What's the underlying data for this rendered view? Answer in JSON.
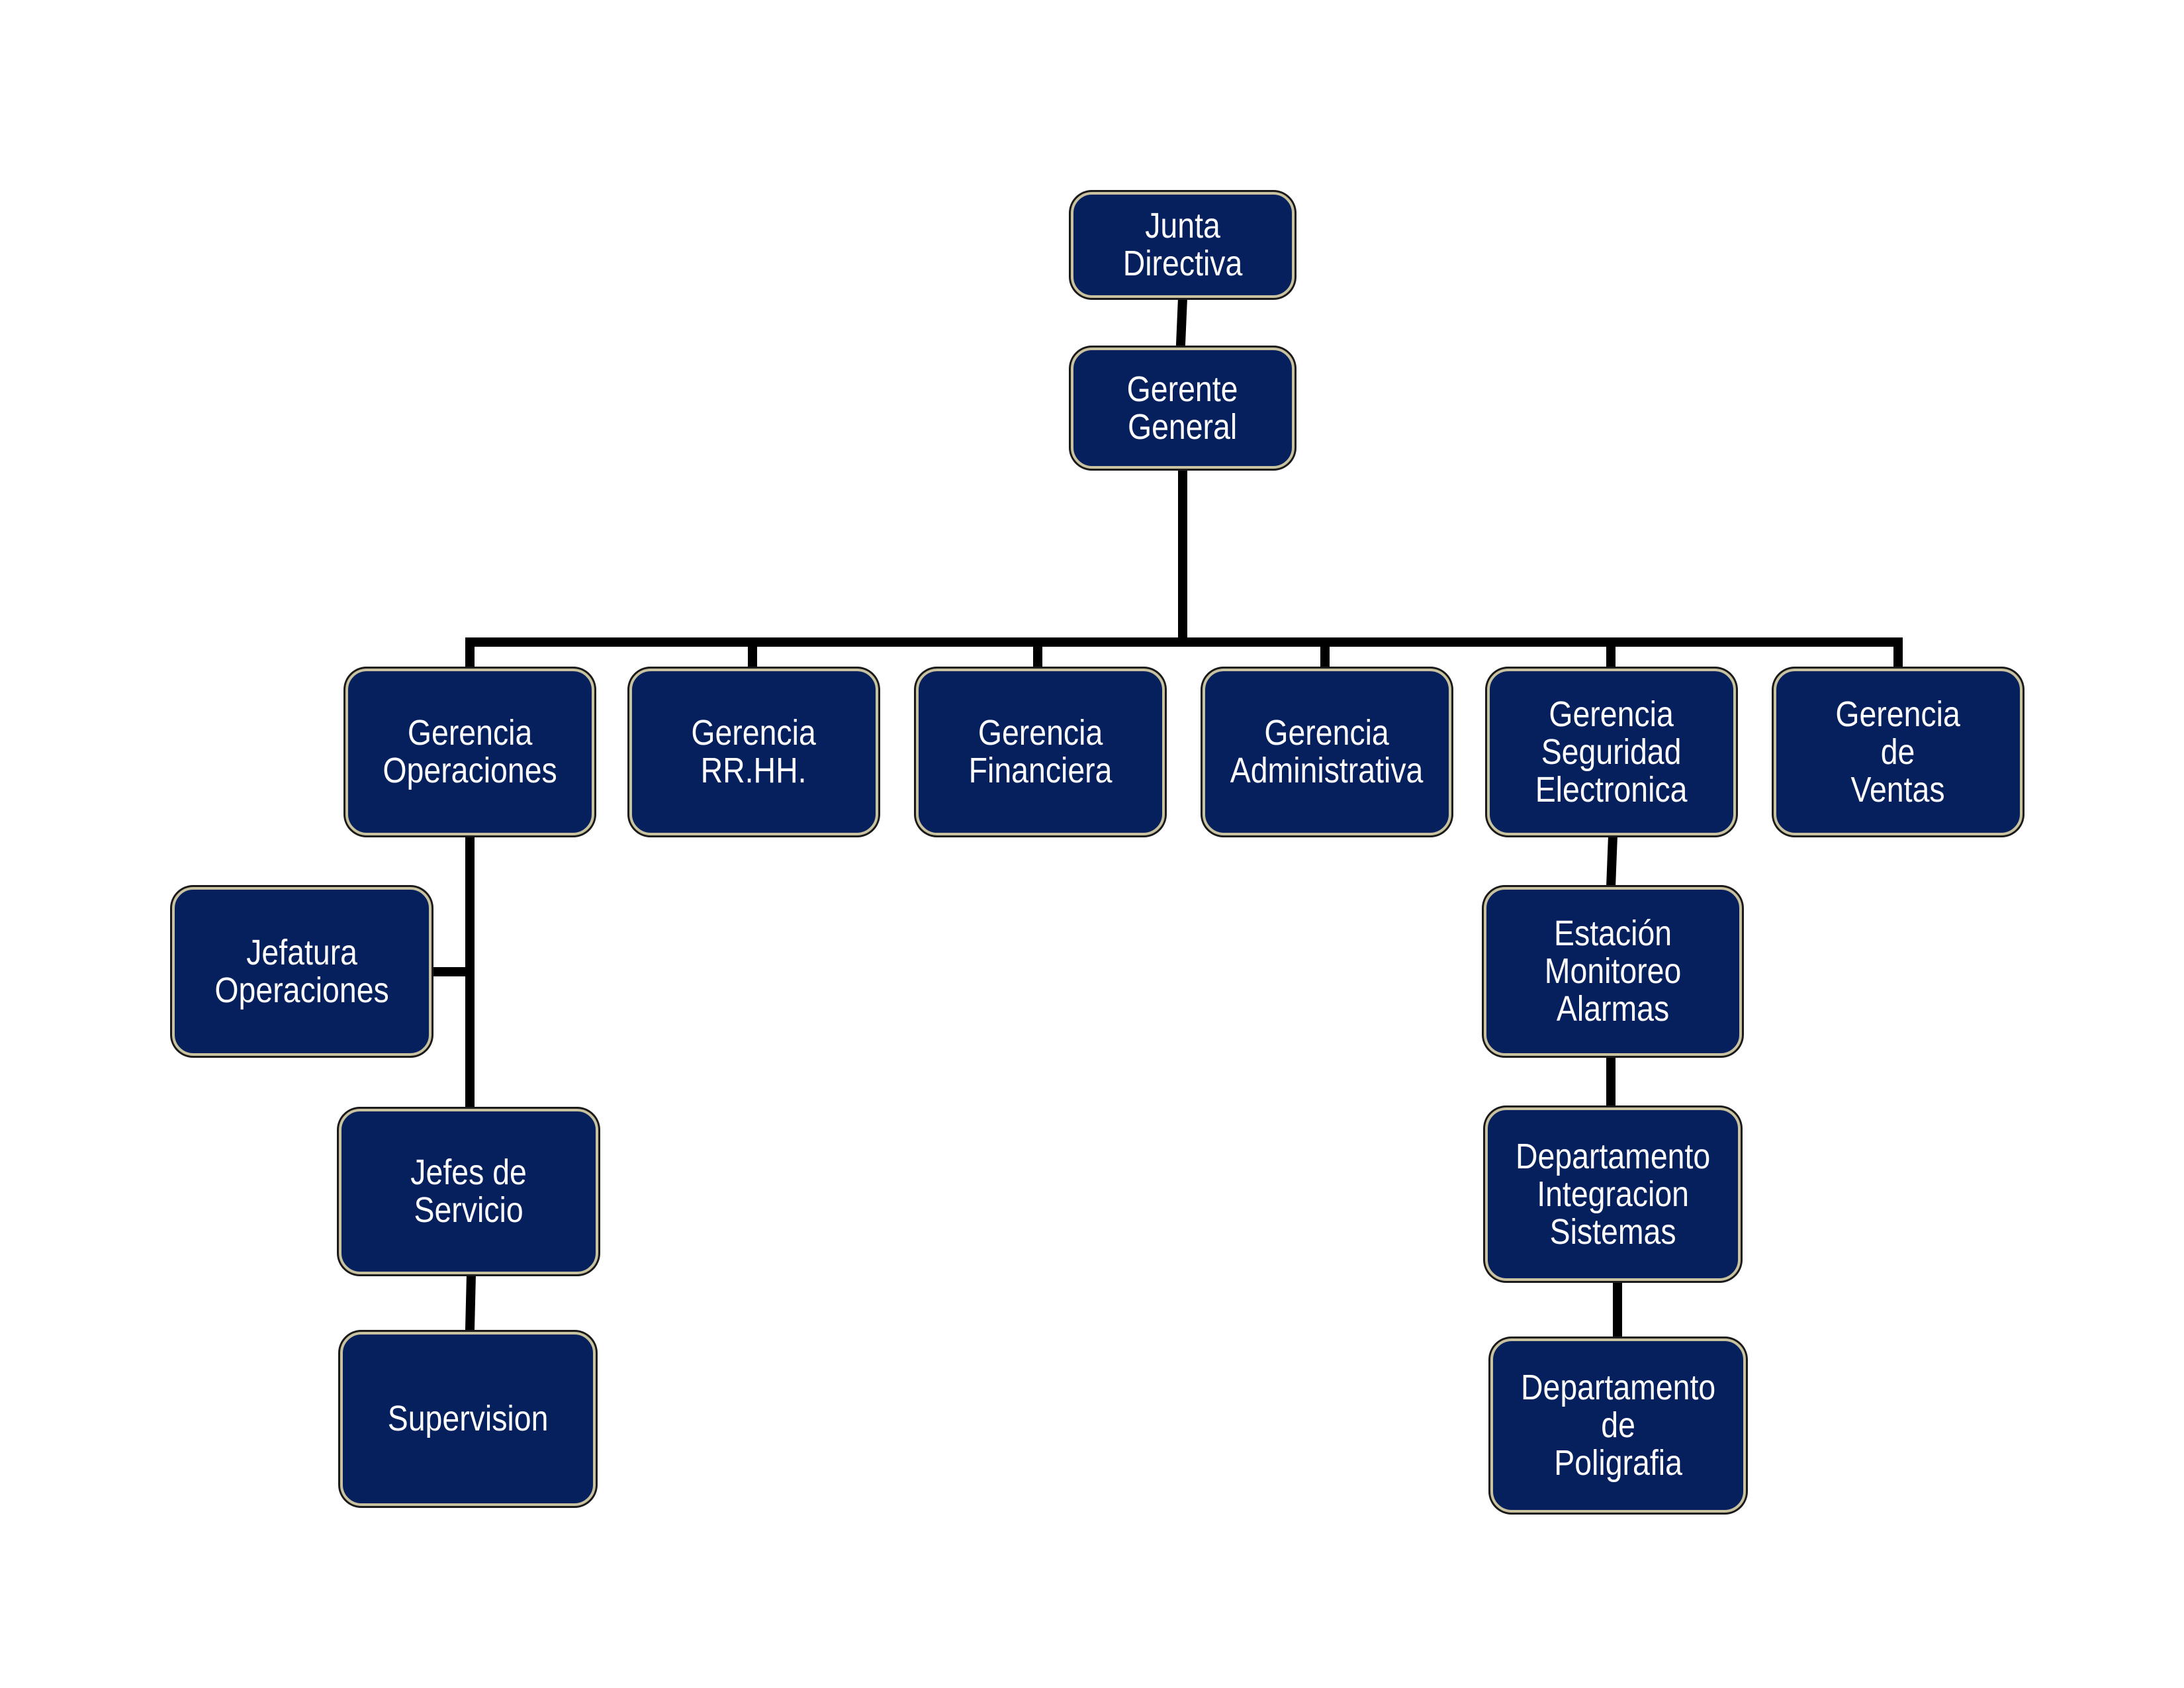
{
  "colors": {
    "box_fill": "#06205e",
    "box_border": "#c9c2a0",
    "box_text": "#ffffff",
    "connector": "#000000",
    "background": "#ffffff"
  },
  "org_chart": {
    "junta_directiva": "Junta\nDirectiva",
    "gerente_general": "Gerente\nGeneral",
    "gerencia_operaciones": "Gerencia\nOperaciones",
    "gerencia_rrhh": "Gerencia\nRR.HH.",
    "gerencia_financiera": "Gerencia\nFinanciera",
    "gerencia_administrativa": "Gerencia\nAdministrativa",
    "gerencia_seguridad_electronica": "Gerencia\nSeguridad\nElectronica",
    "gerencia_ventas": "Gerencia\nde\nVentas",
    "jefatura_operaciones": "Jefatura\nOperaciones",
    "jefes_de_servicio": "Jefes de\nServicio",
    "supervision": "Supervision",
    "estacion_monitoreo_alarmas": "Estación\nMonitoreo\nAlarmas",
    "departamento_integracion_sistemas": "Departamento\nIntegracion\nSistemas",
    "departamento_poligrafia": "Departamento\nde\nPoligrafia"
  }
}
